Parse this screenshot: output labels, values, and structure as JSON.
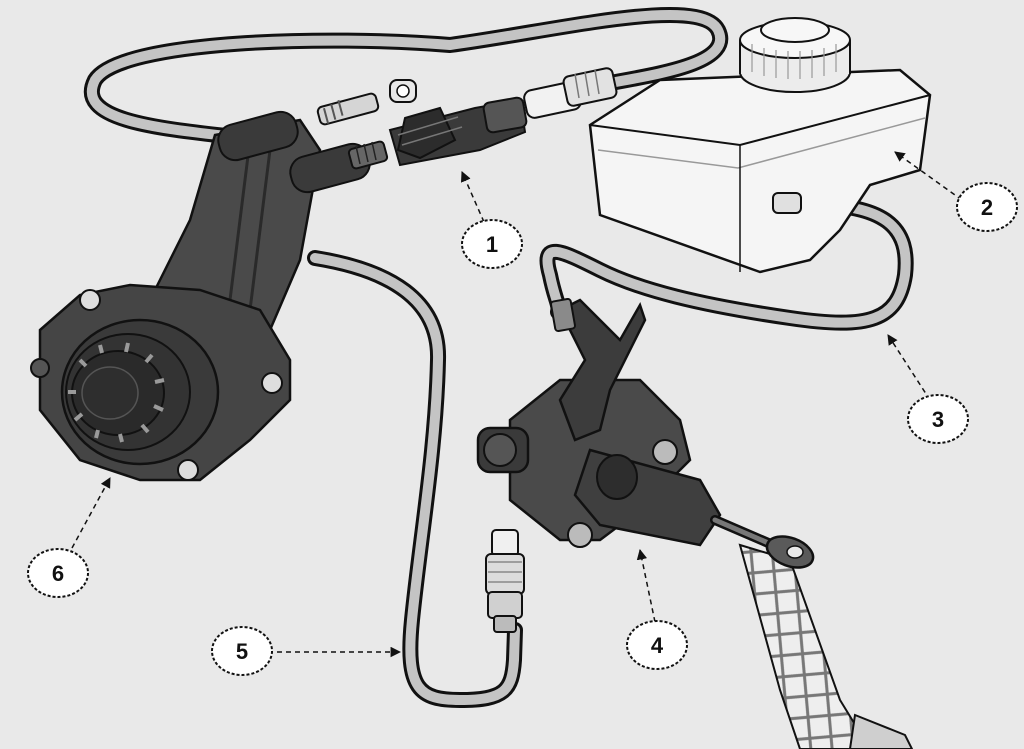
{
  "colors": {
    "background": "#e9e9e9",
    "part_dark": "#3b3b3b",
    "part_mid": "#5a5a5a",
    "hose": "#bdbdbd",
    "outline": "#111111",
    "reservoir": "#f4f4f4"
  },
  "callouts": [
    {
      "id": "1",
      "label": "1"
    },
    {
      "id": "2",
      "label": "2"
    },
    {
      "id": "3",
      "label": "3"
    },
    {
      "id": "4",
      "label": "4"
    },
    {
      "id": "5",
      "label": "5"
    },
    {
      "id": "6",
      "label": "6"
    }
  ]
}
